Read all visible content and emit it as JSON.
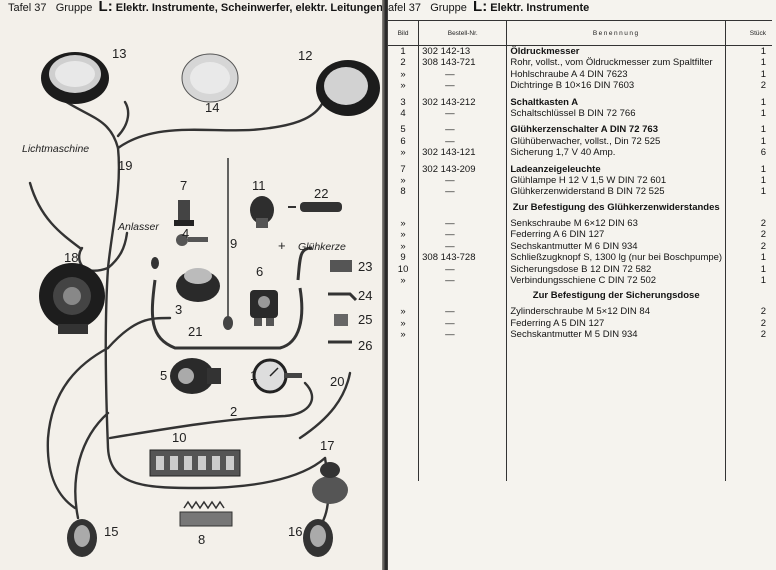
{
  "left_page": {
    "header": {
      "tafel": "Tafel 37",
      "gruppe_word": "Gruppe",
      "group_letter": "L:",
      "title": "Elektr. Instrumente, Scheinwerfer, elektr. Leitungen"
    },
    "diagram_labels": {
      "n1": "1",
      "n2": "2",
      "n3": "3",
      "n4": "4",
      "n5": "5",
      "n6": "6",
      "n7": "7",
      "n8": "8",
      "n9": "9",
      "n10": "10",
      "n11": "11",
      "n12": "12",
      "n13": "13",
      "n14": "14",
      "n15": "15",
      "n16": "16",
      "n17": "17",
      "n18": "18",
      "n19": "19",
      "n20": "20",
      "n21": "21",
      "n22": "22",
      "n23": "23",
      "n24": "24",
      "n25": "25",
      "n26": "26",
      "lichtmaschine": "Lichtmaschine",
      "anlasser": "Anlasser",
      "gluehkerze": "Glühkerze",
      "plus": "+"
    }
  },
  "right_page": {
    "header": {
      "tafel": "afel 37",
      "gruppe_word": "Gruppe",
      "group_letter": "L:",
      "title": "Elektr. Instrumente"
    },
    "columns": {
      "bild": "Bild",
      "bestell": "Bestell-Nr.",
      "benennung": "Benennung",
      "stueck": "Stück"
    },
    "rows": [
      {
        "bild": "1",
        "nr": "302 142-13",
        "name": "Öldruckmesser",
        "qty": "1",
        "bold": true
      },
      {
        "bild": "2",
        "nr": "308 143-721",
        "name": "Rohr, vollst., vom Öldruckmesser zum Spaltfilter",
        "qty": "1"
      },
      {
        "bild": "»",
        "nr": "—",
        "name": "Hohlschraube A 4 DIN 7623",
        "qty": "1"
      },
      {
        "bild": "»",
        "nr": "—",
        "name": "Dichtringe B 10×16 DIN 7603",
        "qty": "2"
      },
      {
        "bild": "3",
        "nr": "302 143-212",
        "name": "Schaltkasten A",
        "qty": "1",
        "bold": true,
        "gap": true
      },
      {
        "bild": "4",
        "nr": "—",
        "name": "Schaltschlüssel B DIN 72 766",
        "qty": "1"
      },
      {
        "bild": "5",
        "nr": "—",
        "name": "Glühkerzenschalter A DIN 72 763",
        "qty": "1",
        "bold": true,
        "gap": true
      },
      {
        "bild": "6",
        "nr": "—",
        "name": "Glühüberwacher, vollst., Din 72 525",
        "qty": "1"
      },
      {
        "bild": "»",
        "nr": "302 143-121",
        "name": "Sicherung 1,7 V 40 Amp.",
        "qty": "6"
      },
      {
        "bild": "7",
        "nr": "302 143-209",
        "name": "Ladeanzeigeleuchte",
        "qty": "1",
        "bold": true,
        "gap": true
      },
      {
        "bild": "»",
        "nr": "—",
        "name": "Glühlampe H 12 V 1,5 W DIN 72 601",
        "qty": "1"
      },
      {
        "bild": "8",
        "nr": "—",
        "name": "Glühkerzenwiderstand B DIN 72 525",
        "qty": "1"
      }
    ],
    "section1": "Zur Befestigung des Glühkerzenwiderstandes",
    "rows2": [
      {
        "bild": "»",
        "nr": "—",
        "name": "Senkschraube M 6×12 DIN 63",
        "qty": "2"
      },
      {
        "bild": "»",
        "nr": "—",
        "name": "Federring A 6 DIN 127",
        "qty": "2"
      },
      {
        "bild": "»",
        "nr": "—",
        "name": "Sechskantmutter M 6 DIN 934",
        "qty": "2"
      },
      {
        "bild": "9",
        "nr": "308 143-728",
        "name": "Schließzugknopf S, 1300 lg (nur bei Boschpumpe)",
        "qty": "1"
      },
      {
        "bild": "10",
        "nr": "—",
        "name": "Sicherungsdose B 12 DIN 72 582",
        "qty": "1"
      },
      {
        "bild": "»",
        "nr": "—",
        "name": "Verbindungsschiene C DIN 72 502",
        "qty": "1"
      }
    ],
    "section2": "Zur Befestigung der Sicherungsdose",
    "rows3": [
      {
        "bild": "»",
        "nr": "—",
        "name": "Zylinderschraube M 5×12 DIN 84",
        "qty": "2"
      },
      {
        "bild": "»",
        "nr": "—",
        "name": "Federring A 5 DIN 127",
        "qty": "2"
      },
      {
        "bild": "»",
        "nr": "—",
        "name": "Sechskantmutter M 5 DIN 934",
        "qty": "2"
      }
    ]
  }
}
